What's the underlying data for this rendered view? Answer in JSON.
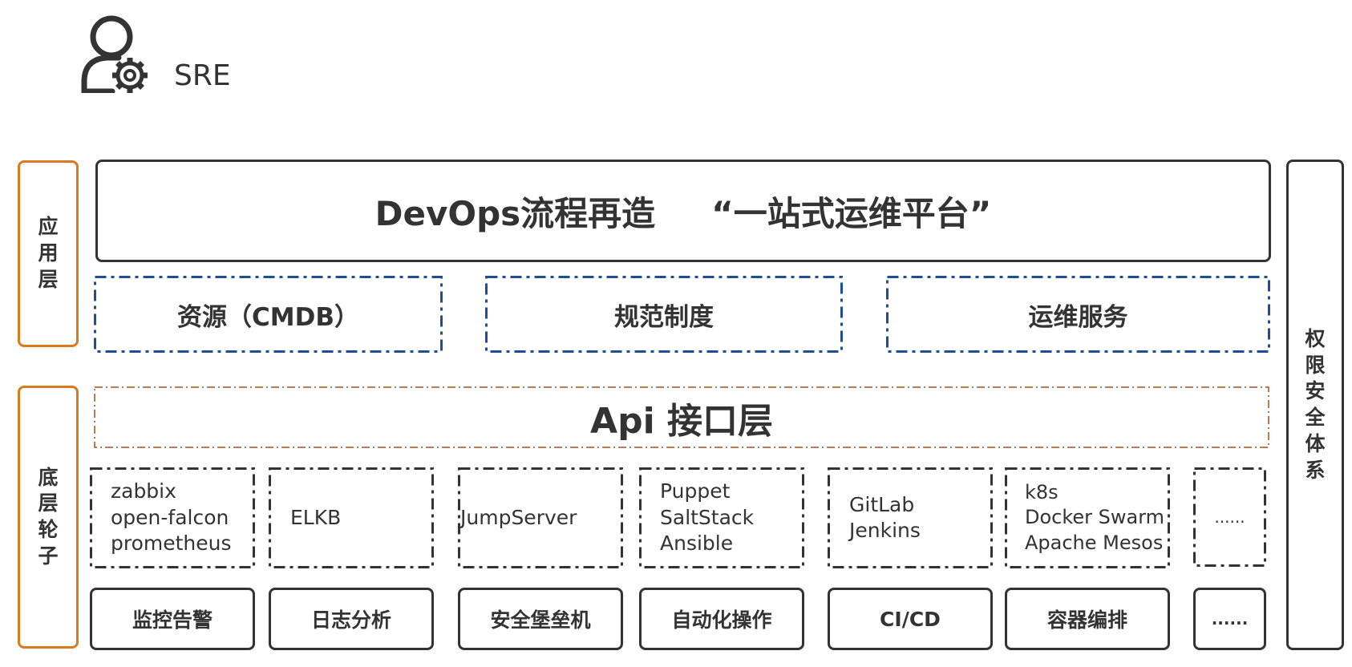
{
  "header": {
    "role_label": "SRE",
    "icon": "user-gear-icon"
  },
  "layers": {
    "application": [
      "应",
      "用",
      "层"
    ],
    "base": [
      "底",
      "层",
      "轮",
      "子"
    ],
    "security": [
      "权",
      "限",
      "安",
      "全",
      "体",
      "系"
    ]
  },
  "platform": {
    "title": "DevOps流程再造",
    "subtitle": "“一站式运维平台”"
  },
  "app_items": [
    "资源（CMDB）",
    "规范制度",
    "运维服务"
  ],
  "api_layer": "Api 接口层",
  "tools": [
    {
      "lines": [
        "zabbix",
        "open-falcon",
        "prometheus"
      ]
    },
    {
      "lines": [
        "ELKB"
      ]
    },
    {
      "lines": [
        "JumpServer"
      ]
    },
    {
      "lines": [
        "Puppet",
        "SaltStack",
        "Ansible"
      ]
    },
    {
      "lines": [
        "GitLab",
        "Jenkins"
      ]
    },
    {
      "lines": [
        "k8s",
        "Docker Swarm",
        "Apache Mesos"
      ]
    },
    {
      "lines": [
        "......"
      ]
    }
  ],
  "categories": [
    "监控告警",
    "日志分析",
    "安全堡垒机",
    "自动化操作",
    "CI/CD",
    "容器编排",
    "......"
  ],
  "colors": {
    "orange": "#d97a1c",
    "blue": "#1f4e99",
    "api_border": "#a0501e",
    "dark": "#333333"
  }
}
